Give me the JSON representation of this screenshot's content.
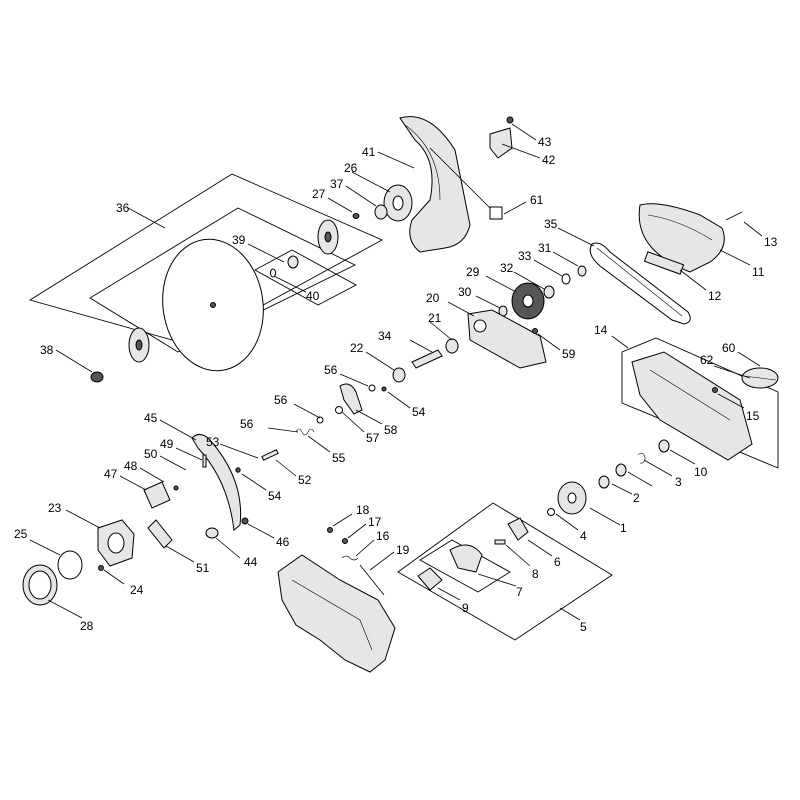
{
  "labels": [
    {
      "n": "1"
    },
    {
      "n": "2"
    },
    {
      "n": "3"
    },
    {
      "n": "4"
    },
    {
      "n": "5"
    },
    {
      "n": "6"
    },
    {
      "n": "7"
    },
    {
      "n": "8"
    },
    {
      "n": "9"
    },
    {
      "n": "10"
    },
    {
      "n": "11"
    },
    {
      "n": "12"
    },
    {
      "n": "13"
    },
    {
      "n": "14"
    },
    {
      "n": "15"
    },
    {
      "n": "16"
    },
    {
      "n": "17"
    },
    {
      "n": "18"
    },
    {
      "n": "19"
    },
    {
      "n": "20"
    },
    {
      "n": "21"
    },
    {
      "n": "22"
    },
    {
      "n": "23"
    },
    {
      "n": "24"
    },
    {
      "n": "25"
    },
    {
      "n": "26"
    },
    {
      "n": "27"
    },
    {
      "n": "28"
    },
    {
      "n": "29"
    },
    {
      "n": "30"
    },
    {
      "n": "31"
    },
    {
      "n": "32"
    },
    {
      "n": "33"
    },
    {
      "n": "34"
    },
    {
      "n": "35"
    },
    {
      "n": "36"
    },
    {
      "n": "37"
    },
    {
      "n": "38"
    },
    {
      "n": "39"
    },
    {
      "n": "40"
    },
    {
      "n": "41"
    },
    {
      "n": "42"
    },
    {
      "n": "43"
    },
    {
      "n": "44"
    },
    {
      "n": "45"
    },
    {
      "n": "46"
    },
    {
      "n": "47"
    },
    {
      "n": "48"
    },
    {
      "n": "49"
    },
    {
      "n": "50"
    },
    {
      "n": "51"
    },
    {
      "n": "52"
    },
    {
      "n": "53"
    },
    {
      "n": "54"
    },
    {
      "n": "54"
    },
    {
      "n": "55"
    },
    {
      "n": "56"
    },
    {
      "n": "56"
    },
    {
      "n": "57"
    },
    {
      "n": "58"
    },
    {
      "n": "59"
    },
    {
      "n": "60"
    },
    {
      "n": "61"
    },
    {
      "n": "62"
    }
  ]
}
